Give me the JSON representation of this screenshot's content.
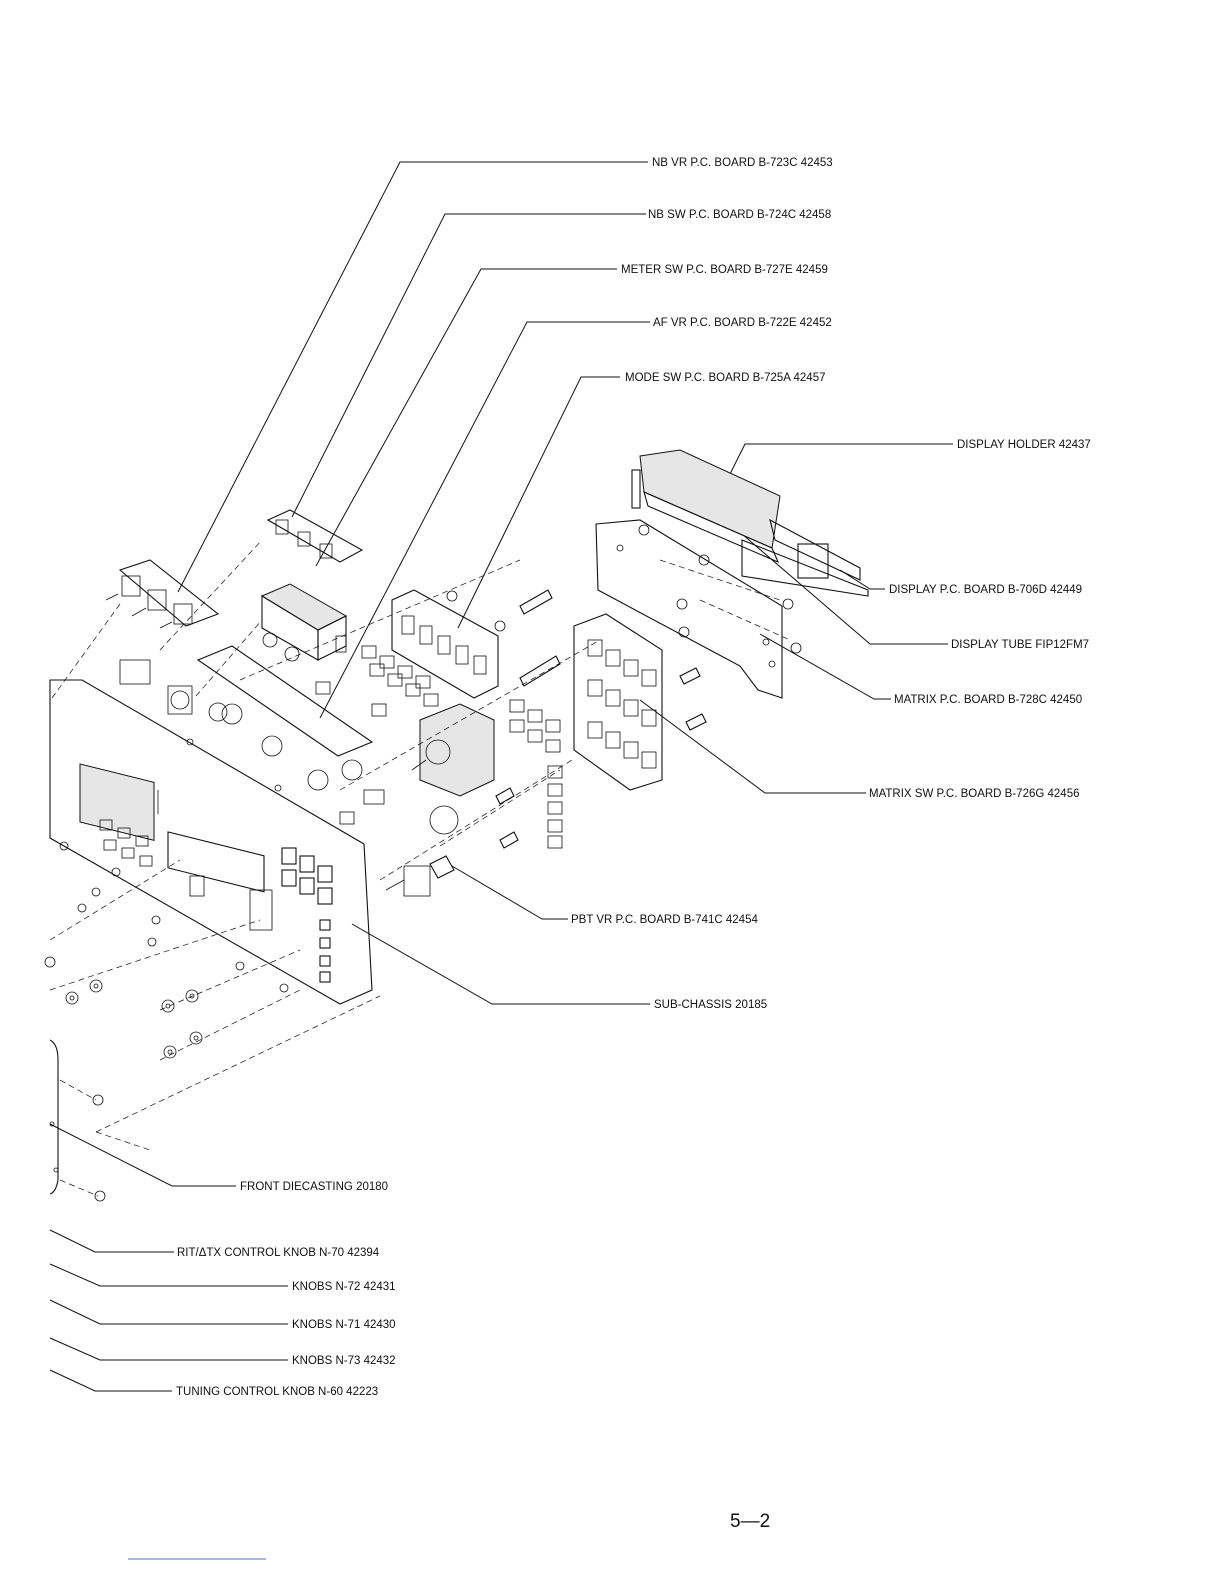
{
  "callouts": [
    {
      "id": "nb-vr-board",
      "label": "NB VR P.C. BOARD B-723C 42453"
    },
    {
      "id": "nb-sw-board",
      "label": "NB SW P.C. BOARD B-724C 42458"
    },
    {
      "id": "meter-sw-board",
      "label": "METER SW P.C. BOARD B-727E 42459"
    },
    {
      "id": "af-vr-board",
      "label": "AF VR P.C. BOARD B-722E 42452"
    },
    {
      "id": "mode-sw-board",
      "label": "MODE SW P.C. BOARD B-725A 42457"
    },
    {
      "id": "display-holder",
      "label": "DISPLAY HOLDER 42437"
    },
    {
      "id": "display-board",
      "label": "DISPLAY P.C. BOARD B-706D 42449"
    },
    {
      "id": "display-tube",
      "label": "DISPLAY TUBE FIP12FM7"
    },
    {
      "id": "matrix-board",
      "label": "MATRIX P.C. BOARD B-728C 42450"
    },
    {
      "id": "matrix-sw-board",
      "label": "MATRIX SW P.C. BOARD B-726G 42456"
    },
    {
      "id": "pbt-vr-board",
      "label": "PBT VR P.C. BOARD B-741C 42454"
    },
    {
      "id": "sub-chassis",
      "label": "SUB-CHASSIS 20185"
    },
    {
      "id": "front-diecasting",
      "label": "FRONT DIECASTING 20180"
    },
    {
      "id": "rit-knob",
      "label": "RIT/ΔTX CONTROL KNOB N-70 42394"
    },
    {
      "id": "knobs-n72",
      "label": "KNOBS N-72 42431"
    },
    {
      "id": "knobs-n71",
      "label": "KNOBS N-71 42430"
    },
    {
      "id": "knobs-n73",
      "label": "KNOBS N-73 42432"
    },
    {
      "id": "tuning-knob",
      "label": "TUNING CONTROL KNOB N-60 42223"
    }
  ],
  "page": {
    "number": "5—2"
  }
}
